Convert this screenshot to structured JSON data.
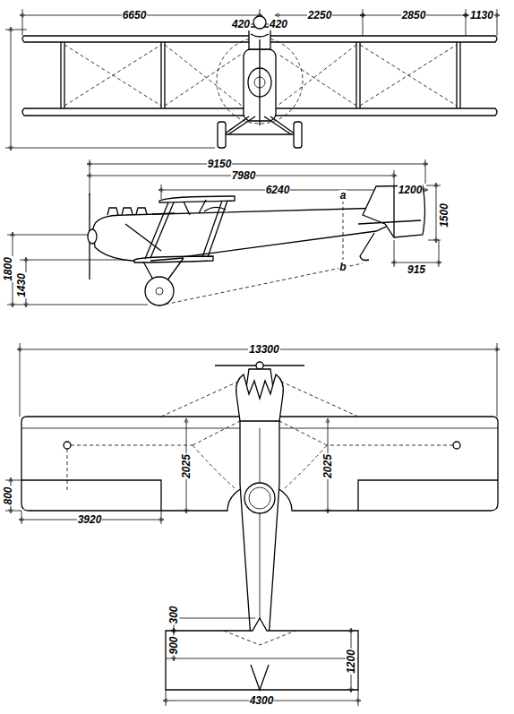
{
  "diagram": {
    "labels": [
      "6650",
      "420",
      "420",
      "2250",
      "2850",
      "1130",
      "9150",
      "7980",
      "6240",
      "1200",
      "a",
      "1500",
      "1800",
      "1430",
      "915",
      "b",
      "13300",
      "2025",
      "2025",
      "800",
      "3920",
      "300",
      "900",
      "1200",
      "4300"
    ]
  }
}
